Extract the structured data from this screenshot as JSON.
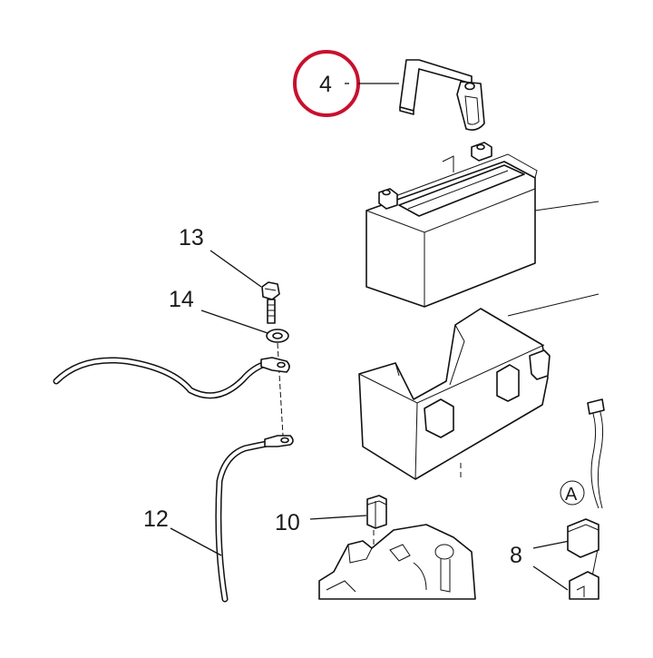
{
  "labels": {
    "p4": "4",
    "p13": "13",
    "p14": "14",
    "p12": "12",
    "p10": "10",
    "p8": "8",
    "pA": "A"
  },
  "colors": {
    "highlight": "#c8102e",
    "line": "#111111",
    "background": "#ffffff"
  }
}
